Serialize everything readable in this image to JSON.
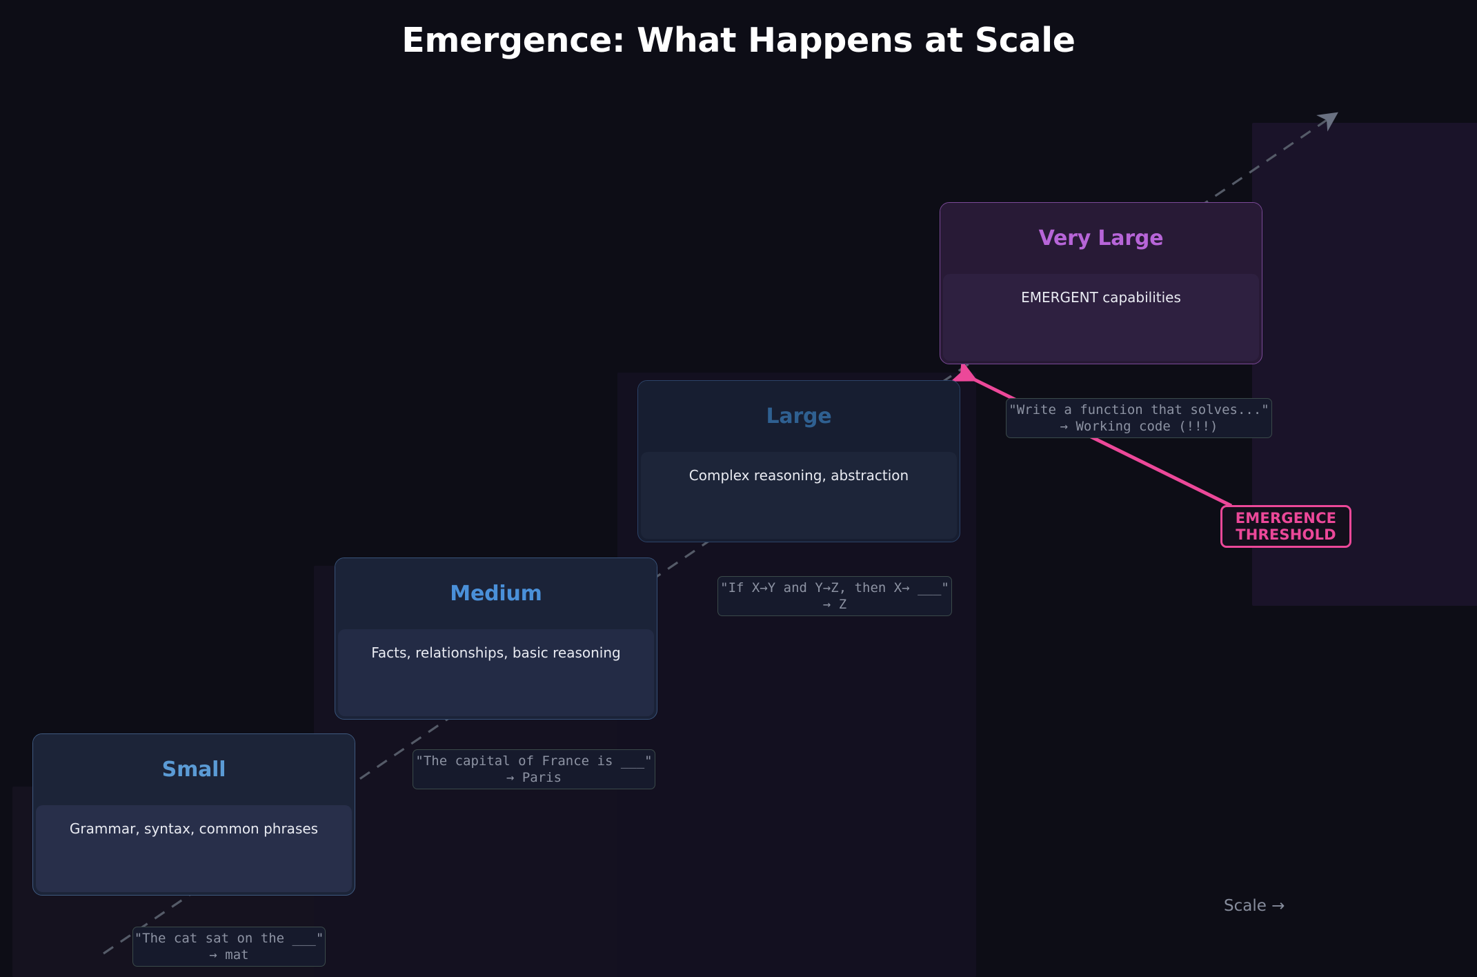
{
  "title": "Emergence: What Happens at Scale",
  "axis": {
    "scale_label": "Scale →"
  },
  "annotation": {
    "threshold_line1": "EMERGENCE",
    "threshold_line2": "THRESHOLD",
    "threshold_color": "#ec4899"
  },
  "colors": {
    "background": "#0d0d16",
    "title": "#ffffff",
    "blue_accent": "#5b9bd5",
    "blue_muted": "#2f6091",
    "purple_accent": "#b765d8",
    "pink_accent": "#ec4899",
    "mono_text": "#8d93a3",
    "trend_line": "#555b68"
  },
  "chart_data": {
    "type": "diagram",
    "title": "Emergence: What Happens at Scale",
    "xlabel": "Scale →",
    "ylabel": "",
    "legend": [],
    "grid": false,
    "annotations": [
      {
        "text": "EMERGENCE THRESHOLD",
        "points_to": "Very Large",
        "color": "#ec4899"
      },
      {
        "text": "Scale →",
        "role": "axis-direction"
      }
    ],
    "categories": [
      "Small",
      "Medium",
      "Large",
      "Very Large"
    ],
    "series": [
      {
        "name": "capability tiers",
        "values": [
          1,
          2,
          3,
          4
        ]
      }
    ]
  },
  "tiers": [
    {
      "id": "small",
      "name": "Small",
      "description": "Grammar, syntax, common phrases",
      "title_color": "#5b9bd5",
      "border_color": "#3f5a80",
      "head_bg": "#1c2438",
      "body_bg": "#282f4a",
      "band_bg": "#15121f",
      "example_line1": "\"The cat sat on the ___\"",
      "example_line2": "→ mat"
    },
    {
      "id": "medium",
      "name": "Medium",
      "description": "Facts, relationships, basic reasoning",
      "title_color": "#4a90d9",
      "border_color": "#38537a",
      "head_bg": "#1b2338",
      "body_bg": "#232b45",
      "band_bg": "#141120",
      "example_line1": "\"The capital of France is ___\"",
      "example_line2": "→ Paris"
    },
    {
      "id": "large",
      "name": "Large",
      "description": "Complex reasoning, abstraction",
      "title_color": "#2f6091",
      "border_color": "#2c4368",
      "head_bg": "#171e31",
      "body_bg": "#1d2539",
      "band_bg": "#131020",
      "example_line1": "\"If X→Y and Y→Z, then X→ ___\"",
      "example_line2": "→ Z"
    },
    {
      "id": "very-large",
      "name": "Very Large",
      "description": "EMERGENT capabilities",
      "title_color": "#b765d8",
      "border_color": "#7c4a99",
      "head_bg": "#281a36",
      "body_bg": "#2e2040",
      "band_bg": "#1a1329",
      "example_line1": "\"Write a function that solves...\"",
      "example_line2": "→ Working code (!!!)"
    }
  ]
}
